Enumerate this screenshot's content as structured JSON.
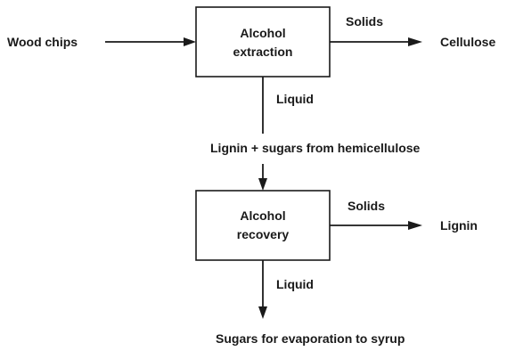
{
  "diagram": {
    "inputs": {
      "wood_chips": "Wood chips"
    },
    "boxes": {
      "extraction_line1": "Alcohol",
      "extraction_line2": "extraction",
      "recovery_line1": "Alcohol",
      "recovery_line2": "recovery"
    },
    "edges": {
      "solids_top": "Solids",
      "liquid_top": "Liquid",
      "solids_bottom": "Solids",
      "liquid_bottom": "Liquid"
    },
    "outputs": {
      "cellulose": "Cellulose",
      "intermediate": "Lignin + sugars from hemicellulose",
      "lignin": "Lignin",
      "sugars": "Sugars for evaporation to syrup"
    }
  }
}
